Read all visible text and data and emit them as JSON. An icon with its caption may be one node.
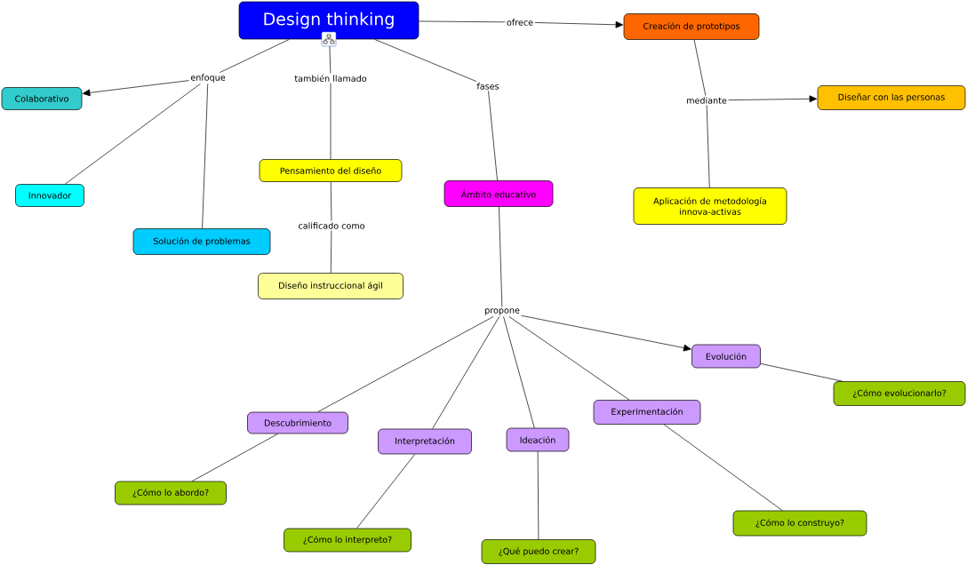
{
  "diagram": {
    "nodes": [
      {
        "text": [
          "Design thinking"
        ]
      },
      {
        "text": [
          "ofrece"
        ]
      },
      {
        "text": [
          "Creación de prototipos"
        ]
      },
      {
        "text": [
          "enfoque"
        ]
      },
      {
        "text": [
          "también llamado"
        ]
      },
      {
        "text": [
          "fases"
        ]
      },
      {
        "text": [
          "mediante"
        ]
      },
      {
        "text": [
          "Diseñar con las personas"
        ]
      },
      {
        "text": [
          "Colaborativo"
        ]
      },
      {
        "text": [
          "Pensamiento del diseño"
        ]
      },
      {
        "text": [
          "Ámbito educativo"
        ]
      },
      {
        "text": [
          "Aplicación de metodología innova-activas"
        ]
      },
      {
        "text": [
          "Innovador"
        ]
      },
      {
        "text": [
          "Solución de problemas"
        ]
      },
      {
        "text": [
          "calificado como"
        ]
      },
      {
        "text": [
          "Diseño instruccional ágil"
        ]
      },
      {
        "text": [
          "propone"
        ]
      },
      {
        "text": [
          "Evolución"
        ]
      },
      {
        "text": [
          "¿Cómo evolucionarlo?"
        ]
      },
      {
        "text": [
          "Descubrimiento"
        ]
      },
      {
        "text": [
          "Interpretación"
        ]
      },
      {
        "text": [
          "Ideación"
        ]
      },
      {
        "text": [
          "Experimentación"
        ]
      },
      {
        "text": [
          "¿Cómo lo abordo?"
        ]
      },
      {
        "text": [
          "¿Cómo lo interpreto?"
        ]
      },
      {
        "text": [
          "¿Qué puedo crear?"
        ]
      },
      {
        "text": [
          "¿Cómo lo construyo?"
        ]
      }
    ],
    "edges": [
      {
        "from": 0,
        "to": 1,
        "arrow": "none"
      },
      {
        "from": 1,
        "to": 2,
        "arrow": "to"
      },
      {
        "from": 2,
        "to": 6,
        "arrow": "none"
      },
      {
        "from": 6,
        "to": 7,
        "arrow": "to"
      },
      {
        "from": 6,
        "to": 11,
        "arrow": "none"
      },
      {
        "from": 0,
        "to": 3,
        "arrow": "none"
      },
      {
        "from": 3,
        "to": 8,
        "arrow": "to"
      },
      {
        "from": 3,
        "to": 12,
        "arrow": "none"
      },
      {
        "from": 3,
        "to": 13,
        "arrow": "none"
      },
      {
        "from": 0,
        "to": 4,
        "arrow": "none"
      },
      {
        "from": 4,
        "to": 9,
        "arrow": "none"
      },
      {
        "from": 9,
        "to": 14,
        "arrow": "none"
      },
      {
        "from": 14,
        "to": 15,
        "arrow": "none"
      },
      {
        "from": 0,
        "to": 5,
        "arrow": "none"
      },
      {
        "from": 5,
        "to": 10,
        "arrow": "none"
      },
      {
        "from": 10,
        "to": 16,
        "arrow": "none"
      },
      {
        "from": 16,
        "to": 17,
        "arrow": "to"
      },
      {
        "from": 16,
        "to": 19,
        "arrow": "none"
      },
      {
        "from": 16,
        "to": 20,
        "arrow": "none"
      },
      {
        "from": 16,
        "to": 21,
        "arrow": "none"
      },
      {
        "from": 16,
        "to": 22,
        "arrow": "none"
      },
      {
        "from": 17,
        "to": 18,
        "arrow": "none"
      },
      {
        "from": 19,
        "to": 23,
        "arrow": "none"
      },
      {
        "from": 20,
        "to": 24,
        "arrow": "none"
      },
      {
        "from": 21,
        "to": 25,
        "arrow": "none"
      },
      {
        "from": 22,
        "to": 26,
        "arrow": "none"
      }
    ]
  }
}
